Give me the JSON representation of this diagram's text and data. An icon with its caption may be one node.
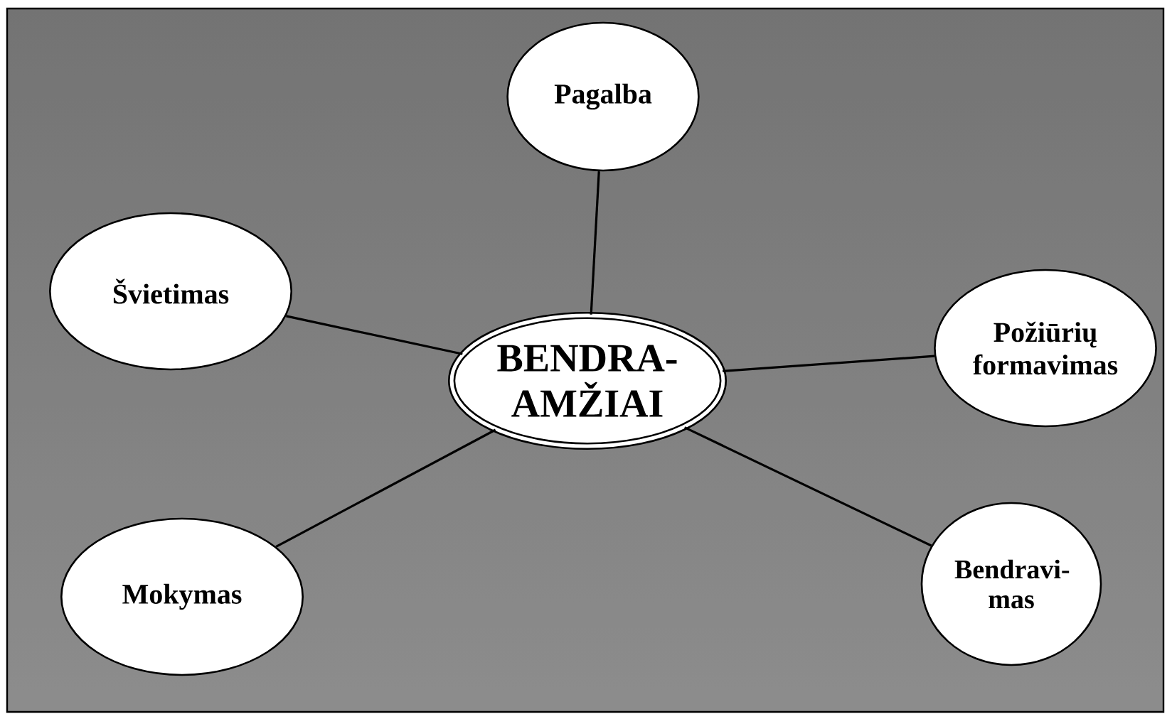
{
  "diagram": {
    "nodes": [
      {
        "text": [
          "Pagalba"
        ]
      },
      {
        "text": [
          "Švietimas"
        ]
      },
      {
        "text": [
          "BENDRA- AMŽIAI"
        ]
      },
      {
        "text": [
          "Požiūrių formavimas"
        ]
      },
      {
        "text": [
          "Mokymas"
        ]
      },
      {
        "text": [
          "Bendravi- mas"
        ]
      }
    ],
    "edges": [
      {
        "from": 2,
        "to": 0,
        "arrow": "none"
      },
      {
        "from": 2,
        "to": 1,
        "arrow": "none"
      },
      {
        "from": 2,
        "to": 3,
        "arrow": "none"
      },
      {
        "from": 2,
        "to": 4,
        "arrow": "none"
      },
      {
        "from": 2,
        "to": 5,
        "arrow": "none"
      }
    ]
  }
}
